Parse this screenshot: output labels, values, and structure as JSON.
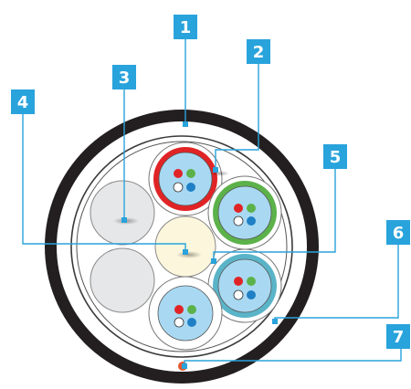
{
  "diagram": {
    "type": "cable-cross-section",
    "callouts": [
      {
        "id": "1",
        "label": "1"
      },
      {
        "id": "2",
        "label": "2"
      },
      {
        "id": "3",
        "label": "3"
      },
      {
        "id": "4",
        "label": "4"
      },
      {
        "id": "5",
        "label": "5"
      },
      {
        "id": "6",
        "label": "6"
      },
      {
        "id": "7",
        "label": "7"
      }
    ],
    "colors": {
      "callout_blue": "#29a3dc",
      "outer_sheath": "#231f20",
      "inner_fill": "#ffffff",
      "filler_grey": "#e6e7e8",
      "central_member": "#fbf6dc",
      "tube_fill": "#a9d9f2",
      "tube_red": "#e02426",
      "tube_green": "#5cb24a",
      "tube_teal": "#5ab4c8",
      "fiber_red": "#e02426",
      "fiber_green": "#5cb24a",
      "fiber_white": "#ffffff",
      "fiber_blue": "#1f80c6",
      "ripcord": "#e4572e"
    }
  }
}
